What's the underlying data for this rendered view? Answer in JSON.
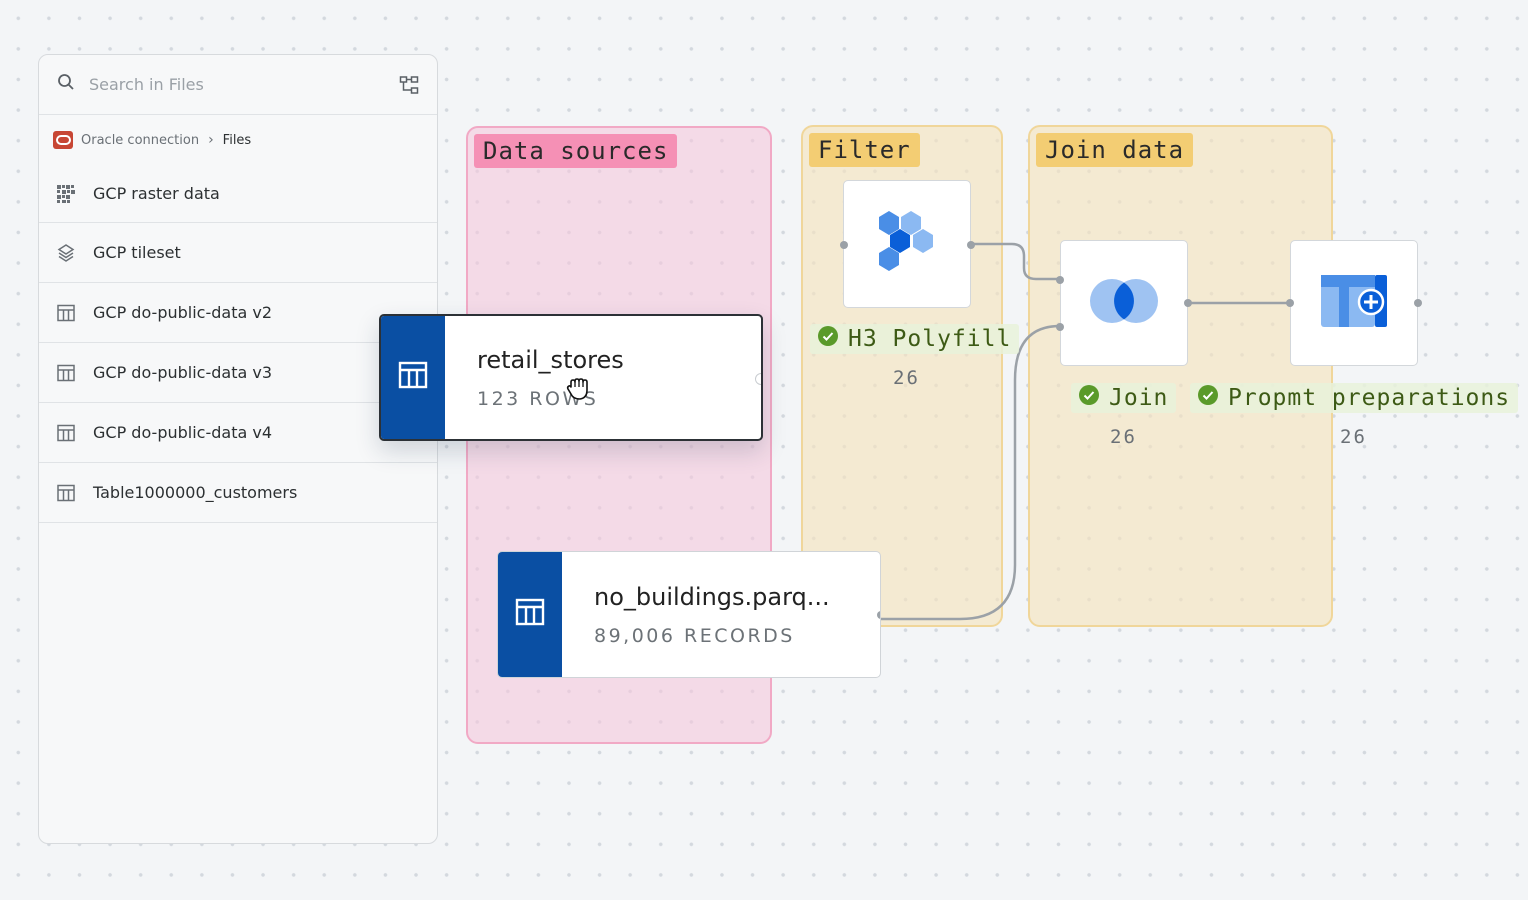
{
  "sidebar": {
    "search_placeholder": "Search in Files",
    "breadcrumb": {
      "connection": "Oracle connection",
      "current": "Files"
    },
    "items": [
      {
        "label": "GCP raster data",
        "icon": "raster-grid-icon"
      },
      {
        "label": "GCP tileset",
        "icon": "tileset-layers-icon"
      },
      {
        "label": "GCP do-public-data v2",
        "icon": "table-icon"
      },
      {
        "label": "GCP do-public-data v3",
        "icon": "table-icon"
      },
      {
        "label": "GCP do-public-data v4",
        "icon": "table-icon"
      },
      {
        "label": "Table1000000_customers",
        "icon": "table-icon"
      }
    ]
  },
  "groups": {
    "data_sources": "Data sources",
    "filter": "Filter",
    "join_data": "Join data"
  },
  "nodes": {
    "h3": {
      "label": "H3 Polyfill",
      "count": "26"
    },
    "join": {
      "label": "Join",
      "count": "26"
    },
    "prep": {
      "label": "Propmt preparations",
      "count": "26"
    }
  },
  "sources": {
    "retail": {
      "title": "retail_stores",
      "sub": "123 ROWS"
    },
    "buildings": {
      "title": "no_buildings.parq...",
      "sub": "89,006 RECORDS"
    }
  },
  "colors": {
    "brand_blue": "#0a4fa3",
    "pink_group": "#f590b5",
    "yellow_group": "#f3cd73",
    "success": "#5a9a2a"
  }
}
